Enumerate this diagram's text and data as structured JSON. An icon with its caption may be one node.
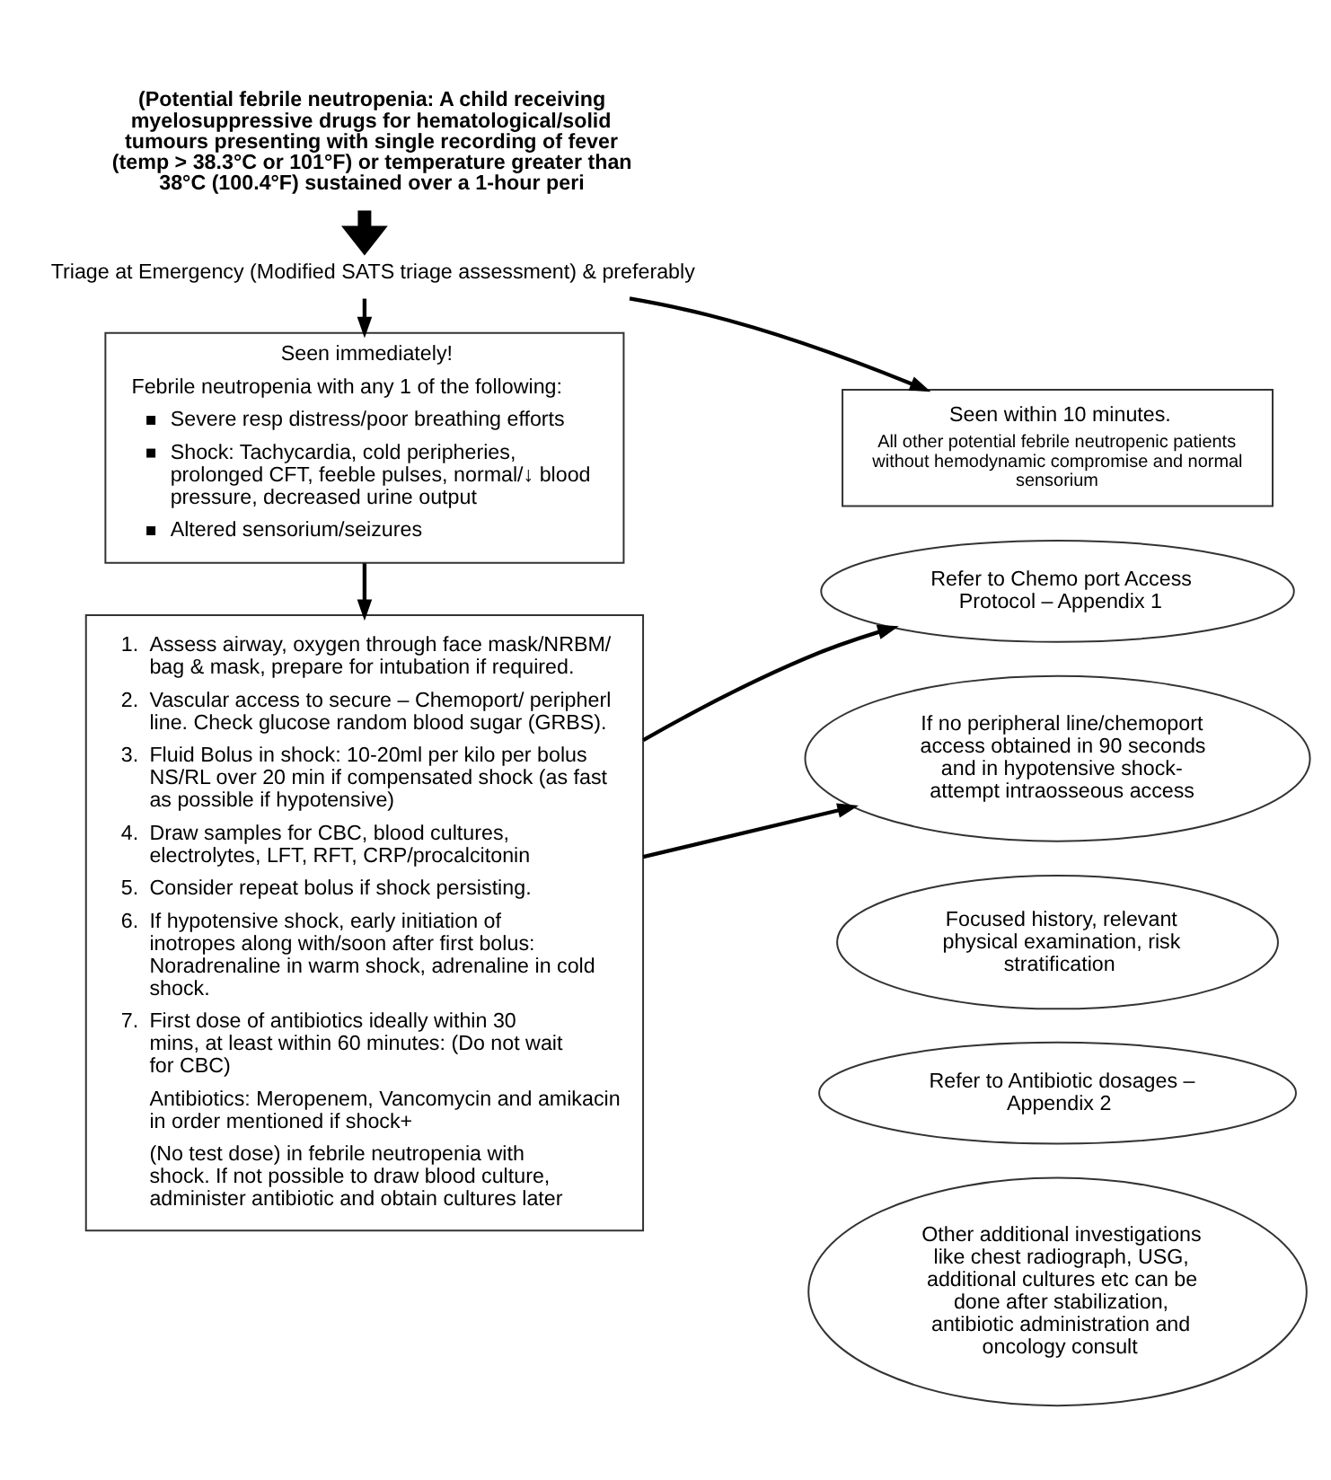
{
  "diagram": {
    "nodes": [
      {
        "text": [
          "(Potential febrile neutropenia: A child receiving myelosuppressive drugs for hematological/solid tumours presenting with single recording of fever (temp > 38.3°C or 101°F) or temperature greater than 38°C (100.4°F) sustained over a 1-hour peri"
        ]
      },
      {
        "text": [
          "Triage at Emergency (Modified SATS triage assessment) & preferably"
        ]
      },
      {
        "text": [
          "Seen immediately!",
          "Febrile neutropenia with any 1 of the following:",
          "Severe resp distress/poor breathing efforts",
          "Shock: Tachycardia, cold peripheries, prolonged CFT, feeble pulses, normal/↓ blood pressure, decreased urine output",
          "Altered sensorium/seizures"
        ]
      },
      {
        "text": [
          "Seen within 10 minutes.",
          "All other potential febrile neutropenic patients without hemodynamic compromise and normal sensorium"
        ]
      },
      {
        "text": [
          "1. Assess airway, oxygen through face mask/NRBM/ bag & mask, prepare for intubation if required.",
          "2. Vascular access to secure – Chemoport/ peripherl line. Check glucose random blood sugar (GRBS).",
          "3. Fluid Bolus in shock: 10-20ml per kilo per bolus NS/RL over 20 min if compensated shock (as fast as possible if hypotensive)",
          "4. Draw samples for CBC, blood cultures, electrolytes, LFT, RFT, CRP/procalcitonin",
          "5. Consider repeat bolus if shock persisting.",
          "6. If hypotensive shock, early initiation of inotropes along with/soon after first bolus: Noradrenaline in warm shock, adrenaline in cold shock.",
          "7. First dose of antibiotics ideally within 30 mins, at least within 60 minutes: (Do not wait for CBC)",
          "Antibiotics: Meropenem, Vancomycin and amikacin in order mentioned if shock+",
          "(No test dose) in febrile neutropenia with shock. If not possible to draw blood culture, administer antibiotic and obtain cultures later"
        ]
      },
      {
        "text": [
          "Refer to Chemo port Access Protocol – Appendix 1"
        ]
      },
      {
        "text": [
          "If no peripheral line/chemoport access obtained in 90 seconds and in hypotensive shock- attempt intraosseous access"
        ]
      },
      {
        "text": [
          "Focused history, relevant physical examination, risk stratification"
        ]
      },
      {
        "text": [
          "Refer to Antibiotic dosages – Appendix 2"
        ]
      },
      {
        "text": [
          "Other additional investigations like chest radiograph, USG, additional cultures etc can be done after stabilization, antibiotic administration and oncology consult"
        ]
      }
    ],
    "edges": [
      {
        "from": 0,
        "to": 1,
        "arrow": "to",
        "style": "thick"
      },
      {
        "from": 1,
        "to": 2,
        "arrow": "to"
      },
      {
        "from": 1,
        "to": 3,
        "arrow": "to"
      },
      {
        "from": 2,
        "to": 4,
        "arrow": "to"
      },
      {
        "from": 4,
        "to": 5,
        "arrow": "to"
      },
      {
        "from": 4,
        "to": 6,
        "arrow": "to"
      }
    ]
  }
}
